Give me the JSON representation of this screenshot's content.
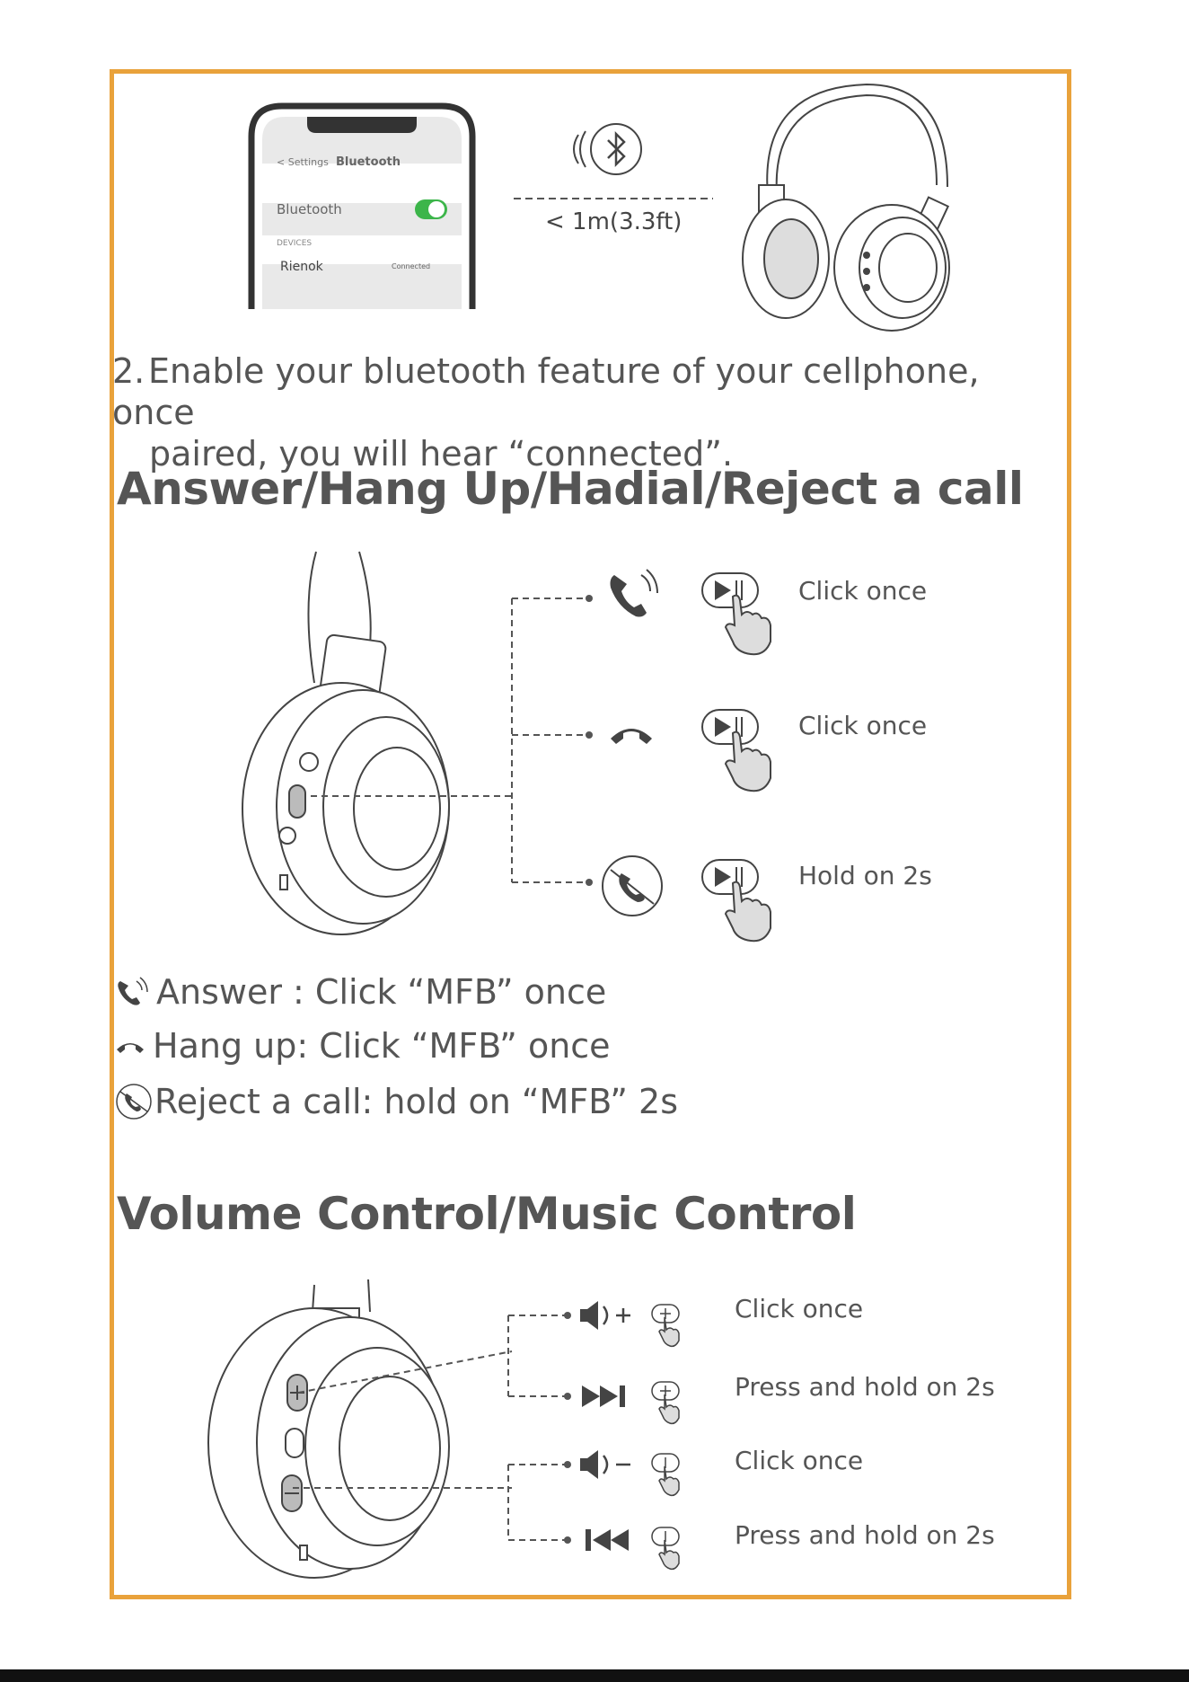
{
  "phone": {
    "header_back": "< Settings",
    "header_title": "Bluetooth",
    "row_bluetooth": "Bluetooth",
    "section_devices": "DEVICES",
    "device_name": "Rienok",
    "device_status": "Connected"
  },
  "pairing": {
    "distance": "< 1m(3.3ft)"
  },
  "step2": {
    "number": "2.",
    "line1": "Enable your bluetooth feature of your cellphone, once",
    "line2": "paired, you will hear “connected”."
  },
  "call_section": {
    "title": "Answer/Hang Up/Hadial/Reject a call",
    "actions": [
      {
        "icon": "phone-ringing-icon",
        "label": "Click once"
      },
      {
        "icon": "hang-up-icon",
        "label": "Click once"
      },
      {
        "icon": "reject-call-icon",
        "label": "Hold on 2s"
      }
    ],
    "legend": [
      {
        "icon": "phone-ringing-icon",
        "text": "Answer : Click “MFB” once"
      },
      {
        "icon": "hang-up-icon",
        "text": "Hang up: Click “MFB” once"
      },
      {
        "icon": "reject-call-icon",
        "text": "Reject a call: hold on “MFB” 2s"
      }
    ]
  },
  "volume_section": {
    "title": "Volume Control/Music Control",
    "actions": [
      {
        "icon": "volume-up-icon",
        "label": "Click once"
      },
      {
        "icon": "next-track-icon",
        "label": "Press and hold on 2s"
      },
      {
        "icon": "volume-down-icon",
        "label": "Click once"
      },
      {
        "icon": "previous-track-icon",
        "label": "Press and hold on 2s"
      }
    ]
  },
  "colors": {
    "frame_border": "#e9a23b",
    "text": "#555555",
    "toggle_on": "#3cb54a"
  }
}
